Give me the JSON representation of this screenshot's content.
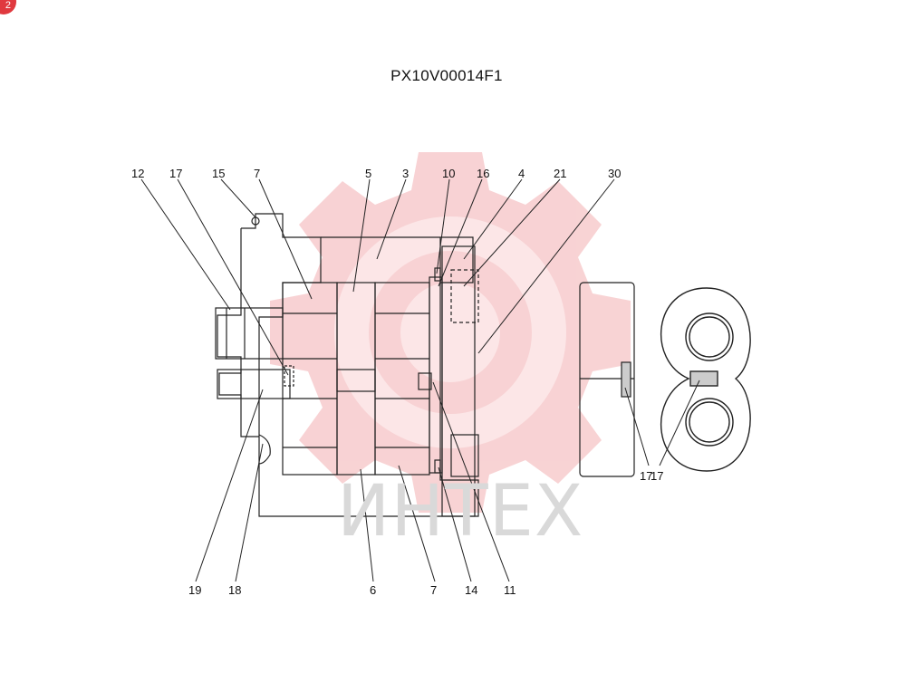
{
  "badge": "2",
  "drawing_title": "PX10V00014F1",
  "watermark_text": "ИНТЕХ",
  "colors": {
    "line": "#222222",
    "watermark_red": "#f3b3b5",
    "watermark_gray": "#d9d9d9",
    "badge": "#e0393f"
  },
  "callouts_top": [
    "12",
    "17",
    "15",
    "7",
    "5",
    "3",
    "10",
    "16",
    "4",
    "21",
    "30"
  ],
  "callouts_bottom": [
    "19",
    "18",
    "6",
    "7",
    "14",
    "11"
  ],
  "callouts_side": [
    "17",
    "17"
  ]
}
